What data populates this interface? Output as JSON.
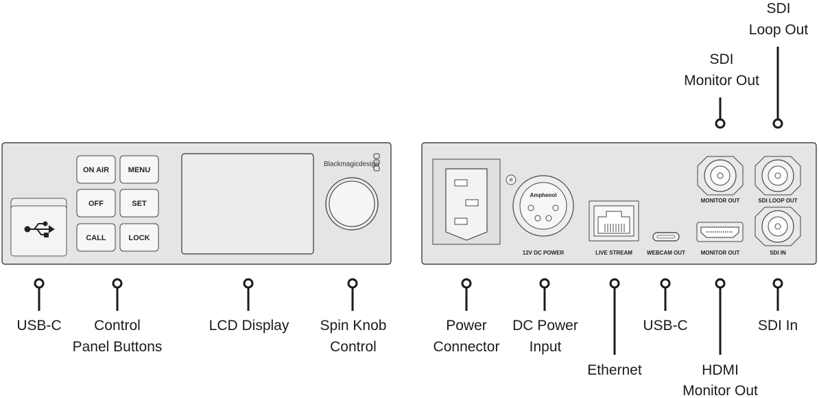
{
  "brand": "Blackmagicdesign",
  "buttons": {
    "on_air": "ON AIR",
    "menu": "MENU",
    "off": "OFF",
    "set": "SET",
    "call": "CALL",
    "lock": "LOCK"
  },
  "rear_labels": {
    "power_brand": "Amphenol",
    "dc_power": "12V DC POWER",
    "live_stream": "LIVE STREAM",
    "webcam_out": "WEBCAM OUT",
    "monitor_out_hdmi": "MONITOR OUT",
    "monitor_out_sdi": "MONITOR OUT",
    "sdi_loop_out": "SDI LOOP OUT",
    "sdi_in": "SDI IN"
  },
  "callouts": {
    "usb_c_front": [
      "USB-C"
    ],
    "control_panel_buttons": [
      "Control",
      "Panel Buttons"
    ],
    "lcd_display": [
      "LCD Display"
    ],
    "spin_knob": [
      "Spin Knob",
      "Control"
    ],
    "power_connector": [
      "Power",
      "Connector"
    ],
    "dc_power_input": [
      "DC Power",
      "Input"
    ],
    "ethernet": [
      "Ethernet"
    ],
    "usb_c_rear": [
      "USB-C"
    ],
    "hdmi_monitor_out": [
      "HDMI",
      "Monitor Out"
    ],
    "sdi_in": [
      "SDI In"
    ],
    "sdi_monitor_out": [
      "SDI",
      "Monitor Out"
    ],
    "sdi_loop_out": [
      "SDI",
      "Loop Out"
    ]
  }
}
